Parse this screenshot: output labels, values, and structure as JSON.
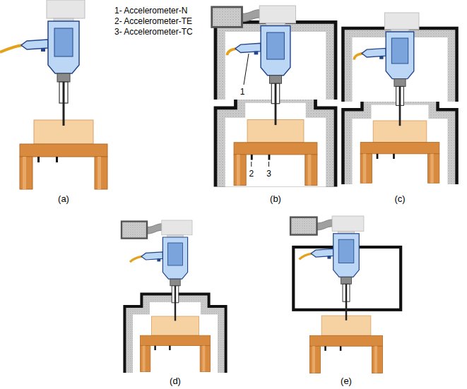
{
  "diagram": {
    "labels": [
      "1- Accelerometer-N",
      "2- Accelerometer-TE",
      "3- Accelerometer-TC",
      "1",
      "2",
      "3",
      "(a)",
      "(b)",
      "(c)",
      "(d)",
      "(e)"
    ]
  }
}
